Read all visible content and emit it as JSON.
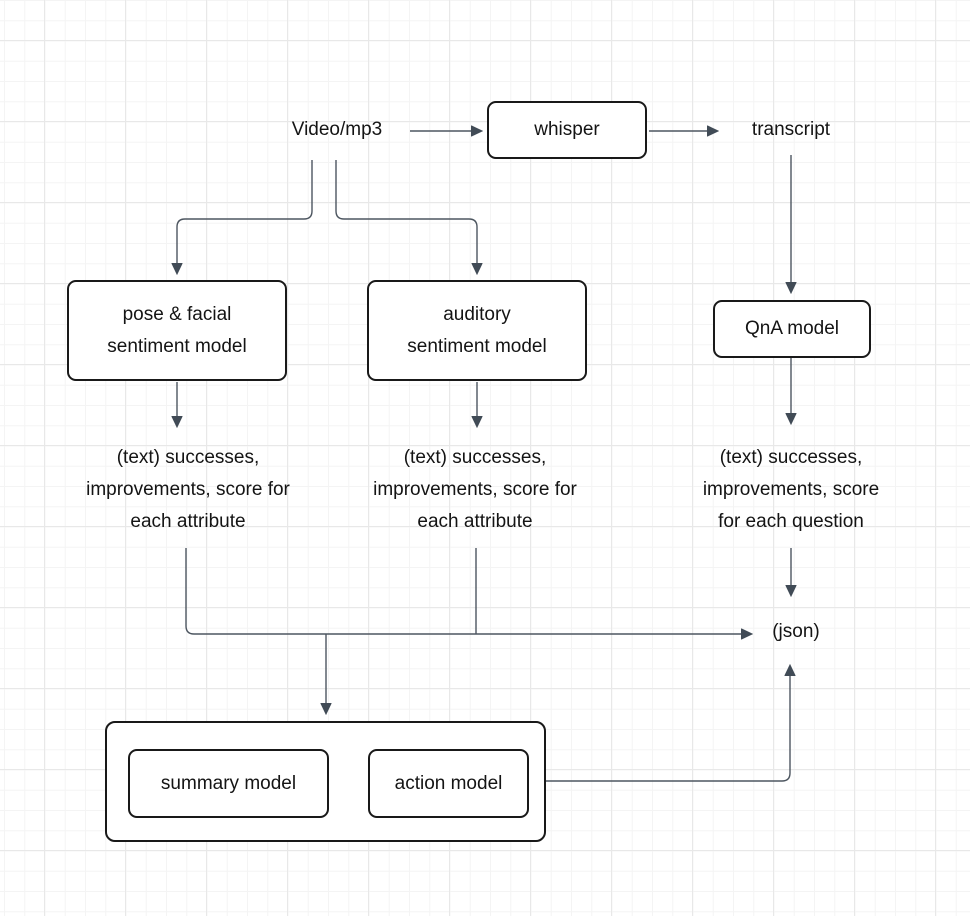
{
  "diagram": {
    "title": "audio-video analysis pipeline flowchart",
    "colors": {
      "connector": "#47505b",
      "box_border": "#191919",
      "box_fill": "#ffffff",
      "text": "#141414",
      "grid_minor": "#f4f4f4",
      "grid_major": "#e8e8e8",
      "background": "#ffffff"
    },
    "nodes": {
      "video_input": {
        "label": "Video/mp3"
      },
      "whisper": {
        "label": "whisper"
      },
      "transcript": {
        "label": "transcript"
      },
      "pose_model": {
        "lines": [
          "pose & facial",
          "sentiment model"
        ]
      },
      "auditory_model": {
        "lines": [
          "auditory",
          "sentiment model"
        ]
      },
      "qna_model": {
        "label": "QnA model"
      },
      "pose_output": {
        "lines": [
          "(text) successes,",
          "improvements, score for",
          "each attribute"
        ]
      },
      "auditory_output": {
        "lines": [
          "(text) successes,",
          "improvements, score for",
          "each attribute"
        ]
      },
      "qna_output": {
        "lines": [
          "(text) successes,",
          "improvements, score",
          "for each question"
        ]
      },
      "json_output": {
        "label": "(json)"
      },
      "summary_model": {
        "label": "summary model"
      },
      "action_model": {
        "label": "action model"
      }
    }
  }
}
